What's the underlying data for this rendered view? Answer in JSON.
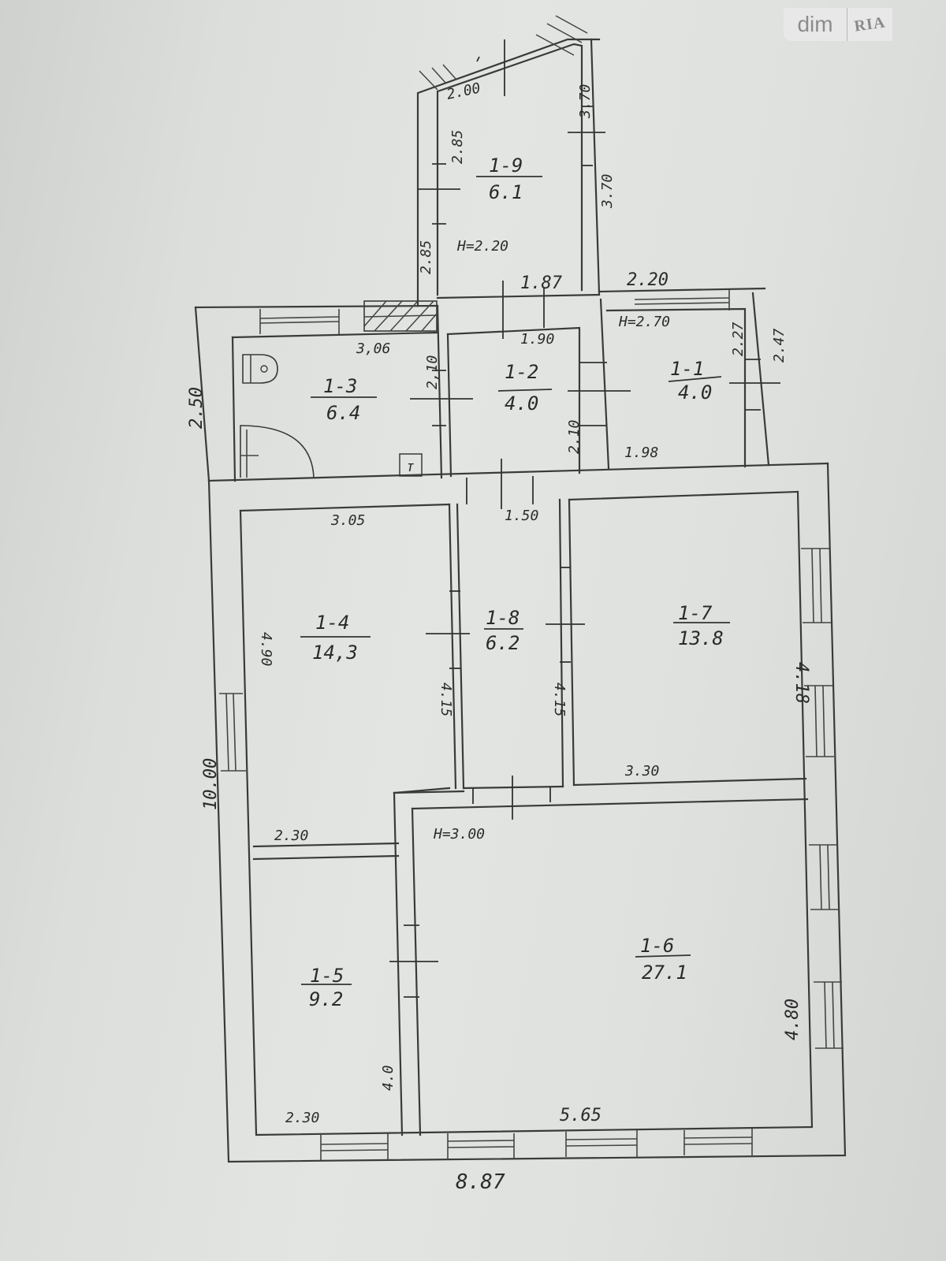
{
  "watermark": {
    "left": "dim",
    "right": "RIA"
  },
  "rooms": {
    "r1_9": {
      "id": "1-9",
      "area": "6.1",
      "height": "H=2.20"
    },
    "r1_3": {
      "id": "1-3",
      "area": "6.4"
    },
    "r1_2": {
      "id": "1-2",
      "area": "4.0"
    },
    "r1_1": {
      "id": "1-1",
      "area": "4.0",
      "height": "H=2.70"
    },
    "r1_4": {
      "id": "1-4",
      "area": "14,3"
    },
    "r1_8": {
      "id": "1-8",
      "area": "6.2"
    },
    "r1_7": {
      "id": "1-7",
      "area": "13.8"
    },
    "r1_5": {
      "id": "1-5",
      "area": "9.2"
    },
    "r1_6": {
      "id": "1-6",
      "area": "27.1",
      "height": "H=3.00"
    }
  },
  "dimensions": {
    "porch_top": "2.00",
    "porch_left_inner": "2.85",
    "porch_left_outer": "2.85",
    "porch_right_inner": "3.70",
    "porch_right_outer": "3.70",
    "top_mid": "1.87",
    "top_right": "2.20",
    "bath_width": "3,06",
    "bath_height": "2,10",
    "hall_width": "1.90",
    "hall_height": "2.10",
    "r1_1_width": "1.98",
    "r1_1_inner_h": "2.27",
    "r1_1_outer_h": "2.47",
    "left_upper": "2.50",
    "left_total": "10.00",
    "r1_4_width": "3.05",
    "r1_4_height": "4.90",
    "r1_4_right": "4.15",
    "r1_8_width": "1.50",
    "r1_8_right": "4.15",
    "r1_7_width": "3.30",
    "r1_7_height": "4.18",
    "r1_5_top": "2.30",
    "r1_5_bottom": "2.30",
    "r1_5_right": "4.0",
    "r1_6_width": "5.65",
    "r1_6_height": "4.80",
    "total_width": "8.87"
  }
}
